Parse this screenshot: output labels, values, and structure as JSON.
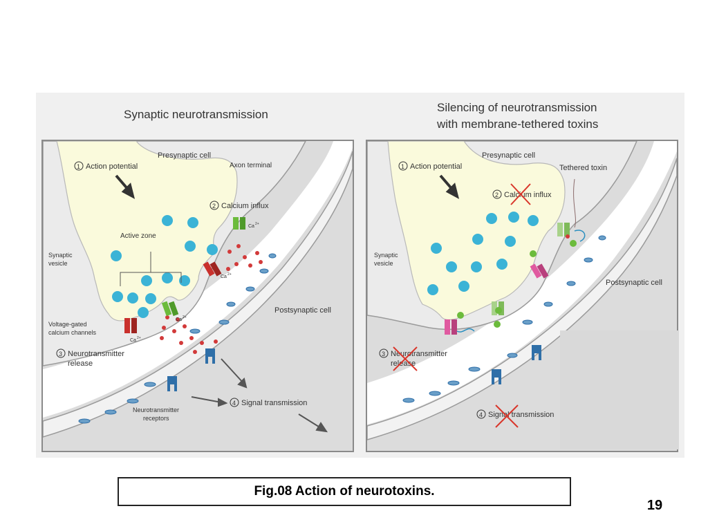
{
  "colors": {
    "cytoplasm": "#fafadc",
    "membrane": "#f2f2f2",
    "cleft": "#ffffff",
    "postsynaptic": "#dcdcdc",
    "vesicle": "#3bb3d6",
    "calcium": "#d23a3a",
    "channel_green": "#6cbb3c",
    "channel_red": "#c9302c",
    "receptor": "#2f6fa8",
    "toxin_pink": "#e05aa0",
    "cross": "#d9362b"
  },
  "icons": {
    "arrow": "arrow-icon",
    "cross": "cross-icon",
    "vesicle": "vesicle-icon",
    "channel": "channel-icon",
    "receptor": "receptor-icon"
  },
  "left": {
    "title": "Synaptic neurotransmission",
    "presynaptic_cell": "Presynaptic cell",
    "axon_terminal": "Axon terminal",
    "step1": "Action potential",
    "step2": "Calcium influx",
    "active_zone": "Active zone",
    "synaptic_vesicle_1": "Synaptic",
    "synaptic_vesicle_2": "vesicle",
    "vgcc_1": "Voltage-gated",
    "vgcc_2": "calcium channels",
    "postsynaptic_cell": "Postsynaptic cell",
    "step3_1": "Neurotransmitter",
    "step3_2": "release",
    "receptors_1": "Neurotransmitter",
    "receptors_2": "receptors",
    "step4": "Signal transmission",
    "ca": "Ca",
    "ca_sup": "2+"
  },
  "right": {
    "title_line1": "Silencing of neurotransmission",
    "title_line2": "with membrane-tethered toxins",
    "presynaptic_cell": "Presynaptic cell",
    "tethered_toxin": "Tethered toxin",
    "step1": "Action potential",
    "step2": "Calcium influx",
    "synaptic_vesicle_1": "Synaptic",
    "synaptic_vesicle_2": "vesicle",
    "postsynaptic_cell": "Postsynaptic cell",
    "step3_1": "Neurotransmitter",
    "step3_2": "release",
    "step4": "Signal transmission"
  },
  "caption": "Fig.08 Action of neurotoxins.",
  "page_number": "19"
}
